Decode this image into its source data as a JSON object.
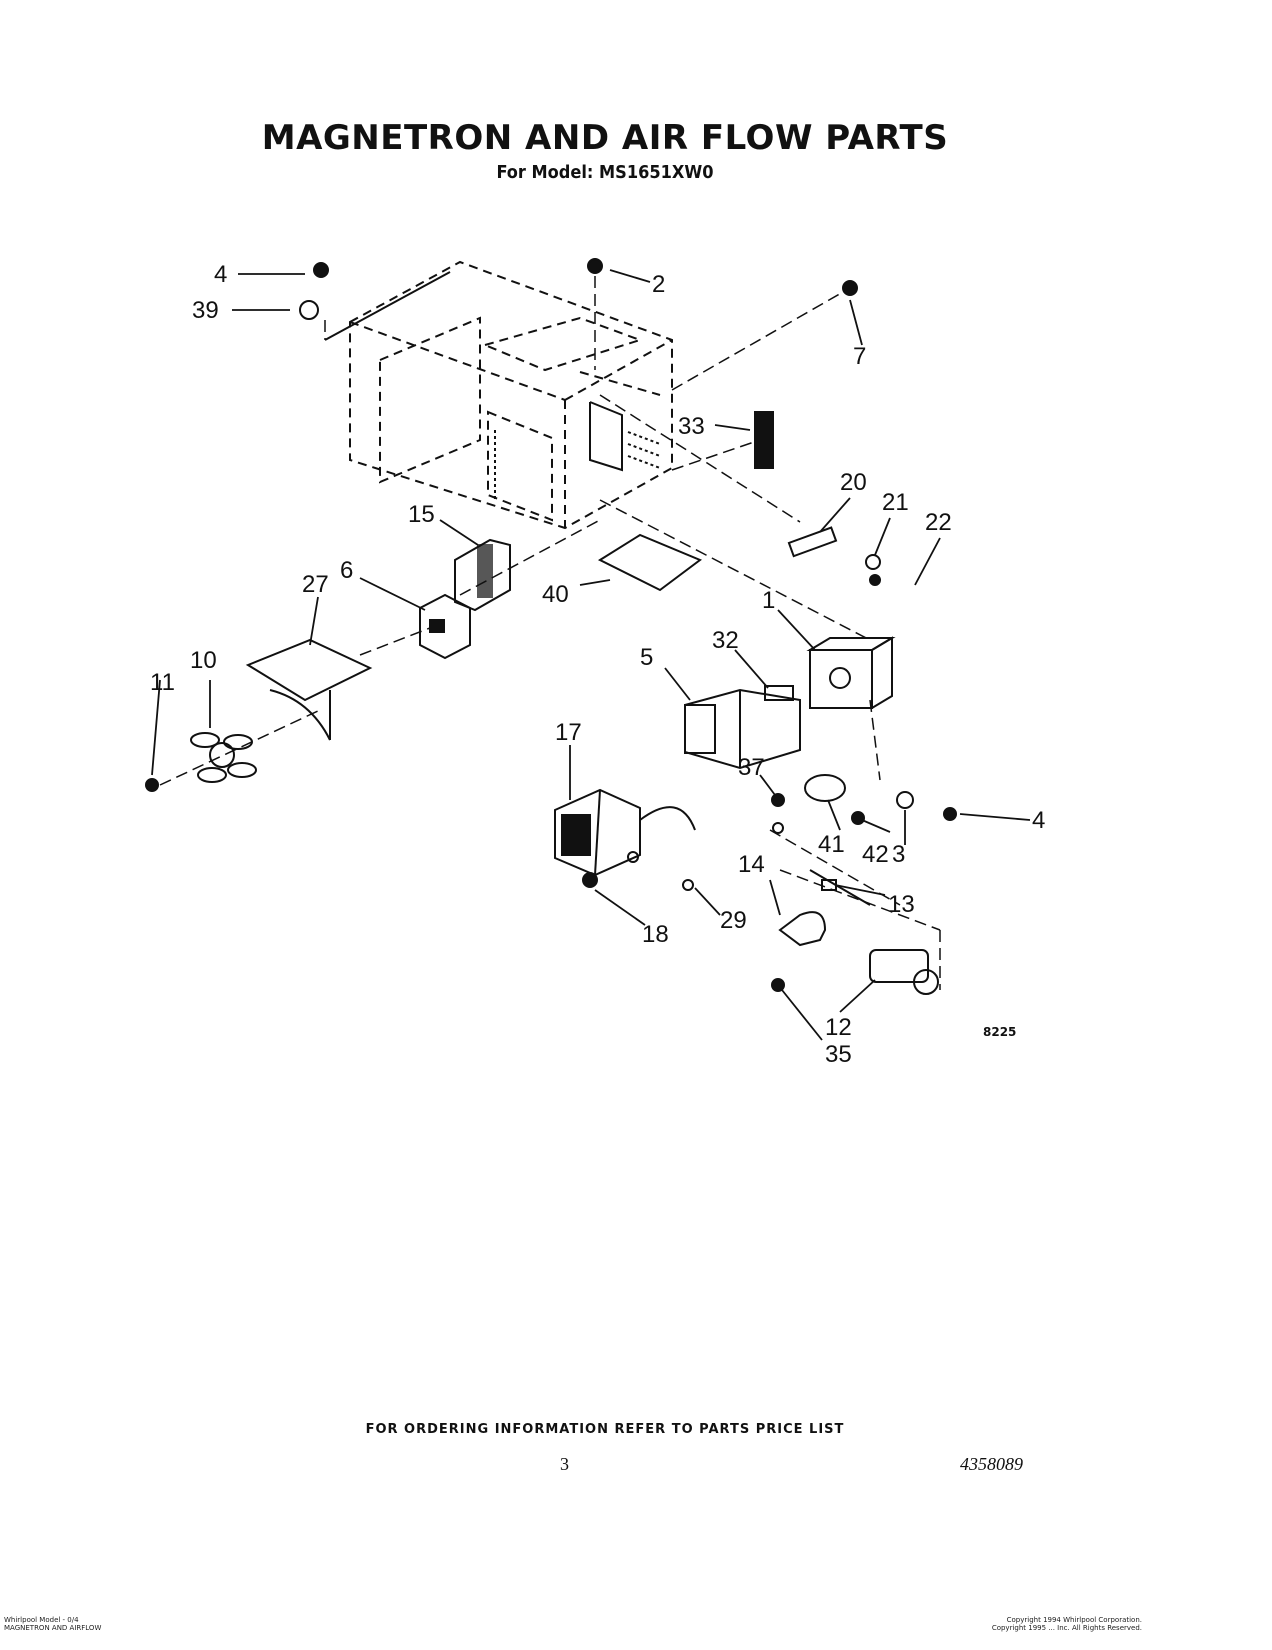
{
  "title": "MAGNETRON AND AIR FLOW PARTS",
  "model_line": "For Model: MS1651XW0",
  "diagram_code": "8225",
  "callouts": [
    "4",
    "39",
    "2",
    "7",
    "33",
    "20",
    "21",
    "22",
    "15",
    "6",
    "27",
    "40",
    "10",
    "11",
    "1",
    "32",
    "5",
    "17",
    "37",
    "41",
    "42",
    "3",
    "4",
    "14",
    "13",
    "18",
    "29",
    "12",
    "35"
  ],
  "footer": {
    "ordering_info": "FOR ORDERING INFORMATION REFER TO PARTS PRICE LIST",
    "page_number": "3",
    "document_number": "4358089",
    "bottom_left": [
      "Whirlpool Model - 0/4",
      "MAGNETRON AND AIRFLOW"
    ],
    "bottom_right": [
      "Copyright 1994 Whirlpool Corporation.",
      "Copyright 1995 ... Inc. All Rights Reserved."
    ]
  }
}
